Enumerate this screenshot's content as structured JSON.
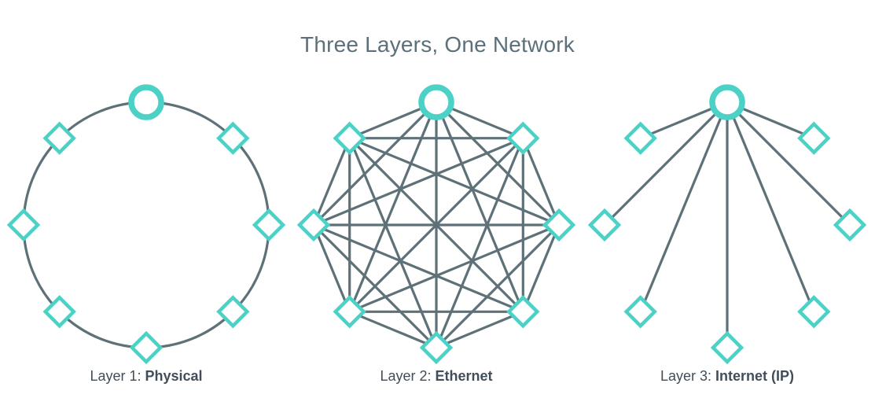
{
  "title": "Three Layers, One Network",
  "colors": {
    "node_accent": "#4bd1c5",
    "node_fill": "#ffffff",
    "edge": "#5e7178",
    "title_text": "#5b707b",
    "label_text": "#414e5a",
    "background": "#ffffff"
  },
  "diagrams": [
    {
      "name": "physical-ring",
      "label_prefix": "Layer 1: ",
      "label_bold": "Physical",
      "topology": "ring",
      "node_count": 8,
      "hub_shape": "circle",
      "leaf_shape": "diamond"
    },
    {
      "name": "ethernet-mesh",
      "label_prefix": "Layer 2: ",
      "label_bold": "Ethernet",
      "topology": "full-mesh",
      "node_count": 8,
      "hub_shape": "circle",
      "leaf_shape": "diamond"
    },
    {
      "name": "internet-star",
      "label_prefix": "Layer 3: ",
      "label_bold": "Internet (IP)",
      "topology": "star",
      "node_count": 8,
      "hub_shape": "circle",
      "leaf_shape": "diamond"
    }
  ]
}
